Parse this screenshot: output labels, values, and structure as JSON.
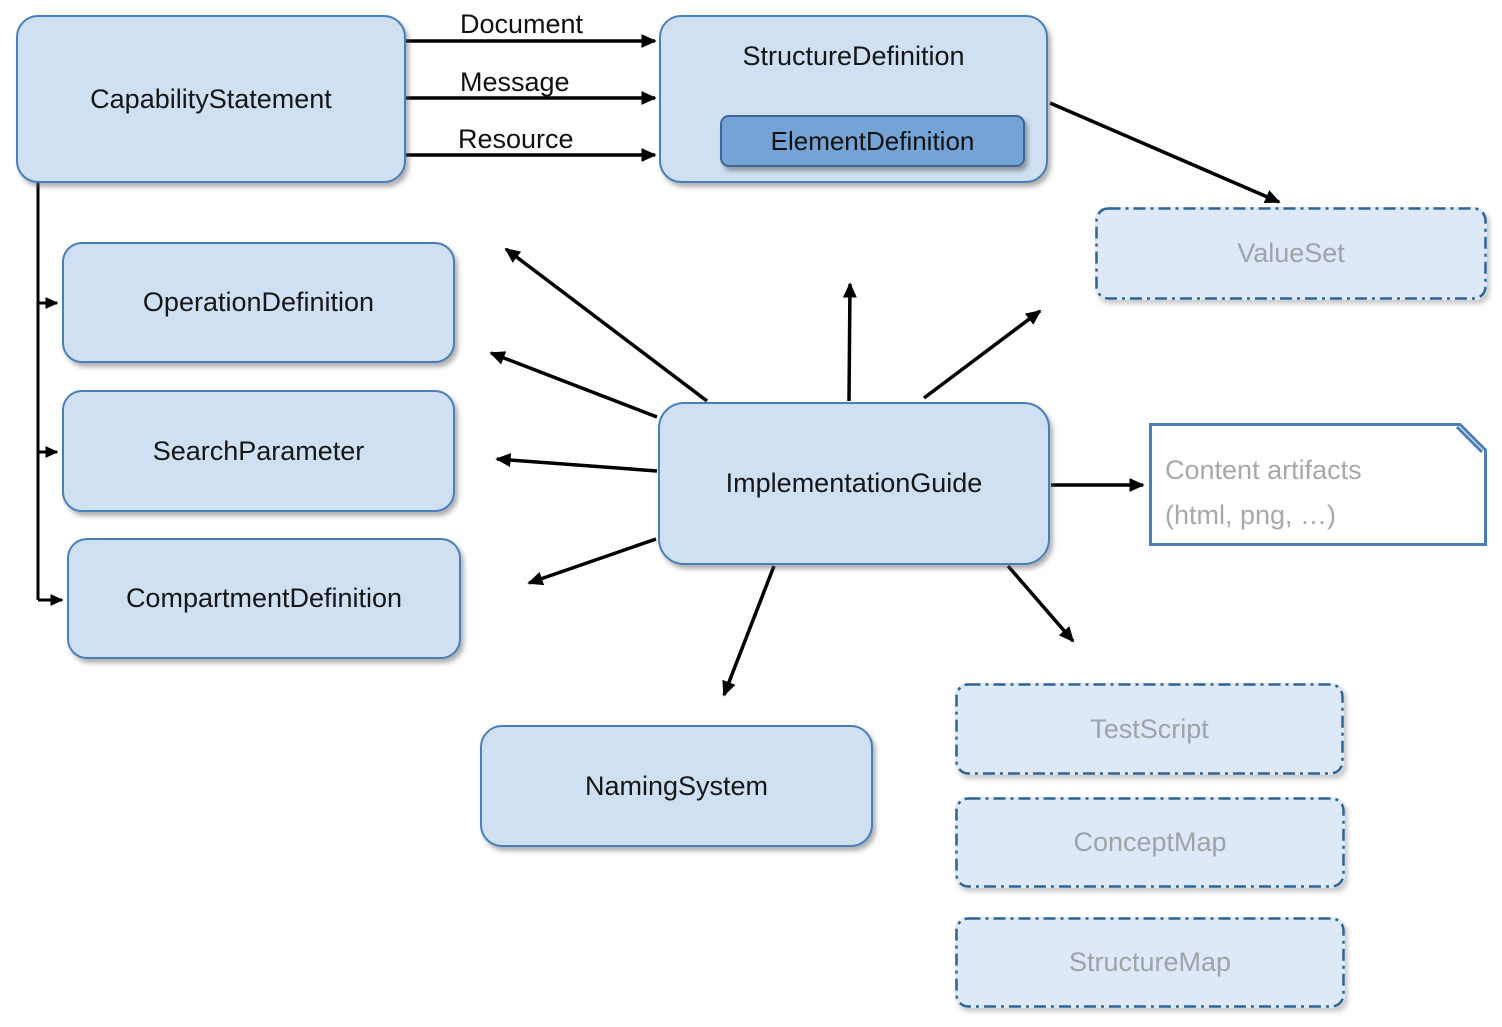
{
  "diagram": {
    "title_hint": "FHIR conformance resources relationship diagram",
    "nodes": {
      "capability_statement": {
        "label": "CapabilityStatement"
      },
      "structure_definition": {
        "label": "StructureDefinition"
      },
      "element_definition": {
        "label": "ElementDefinition"
      },
      "operation_definition": {
        "label": "OperationDefinition"
      },
      "search_parameter": {
        "label": "SearchParameter"
      },
      "compartment_definition": {
        "label": "CompartmentDefinition"
      },
      "implementation_guide": {
        "label": "ImplementationGuide"
      },
      "value_set": {
        "label": "ValueSet"
      },
      "naming_system": {
        "label": "NamingSystem"
      },
      "test_script": {
        "label": "TestScript"
      },
      "concept_map": {
        "label": "ConceptMap"
      },
      "structure_map": {
        "label": "StructureMap"
      },
      "content_artifacts": {
        "line1": "Content artifacts",
        "line2": "(html, png, …)"
      }
    },
    "edge_labels": {
      "document": "Document",
      "message": "Message",
      "resource": "Resource"
    },
    "colors": {
      "box_fill": "#cfe0f2",
      "box_border": "#4a7ebb",
      "inner_fill": "#74a3d6",
      "inner_border": "#3c6595",
      "dashed_fill": "#dde9f6",
      "dashed_border": "#2e6496",
      "muted_text": "#9fa3a7",
      "arrow": "#000000"
    }
  }
}
